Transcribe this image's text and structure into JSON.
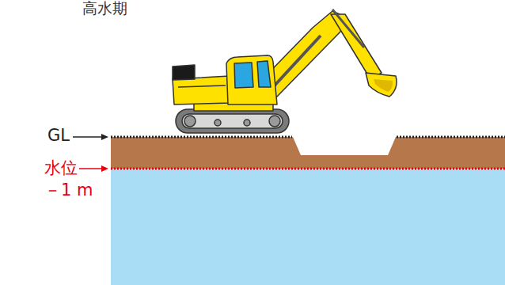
{
  "diagram": {
    "title": "高水期",
    "labels": [
      "GL",
      "水位",
      "－1 m"
    ]
  }
}
